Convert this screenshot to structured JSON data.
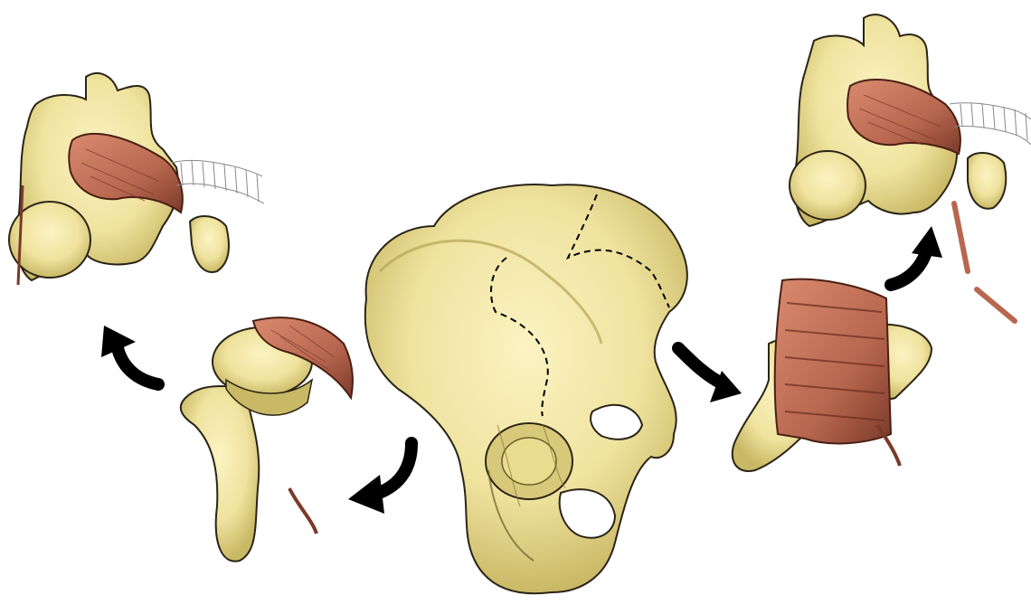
{
  "figure": {
    "panels": [
      {
        "id": "hip-bone-center",
        "icon": "pelvic-bone-illustration"
      },
      {
        "id": "graft-lower-left",
        "icon": "bone-graft-illustration"
      },
      {
        "id": "jaw-upper-left",
        "icon": "mandible-reconstruction-illustration"
      },
      {
        "id": "graft-right",
        "icon": "bone-graft-illustration"
      },
      {
        "id": "jaw-upper-right",
        "icon": "mandible-reconstruction-illustration"
      }
    ],
    "arrows": [
      {
        "id": "arrow-center-to-left-graft",
        "icon": "curved-arrow-icon"
      },
      {
        "id": "arrow-left-graft-to-jaw",
        "icon": "curved-arrow-icon"
      },
      {
        "id": "arrow-center-to-right-graft",
        "icon": "curved-arrow-icon"
      },
      {
        "id": "arrow-right-graft-to-jaw",
        "icon": "curved-arrow-icon"
      }
    ],
    "colors": {
      "bone": "#efe39f",
      "bone_shadow": "#c9b865",
      "muscle": "#b8674f",
      "muscle_dark": "#7a3a2a",
      "arrow": "#000000",
      "outline": "#2b2416"
    }
  }
}
